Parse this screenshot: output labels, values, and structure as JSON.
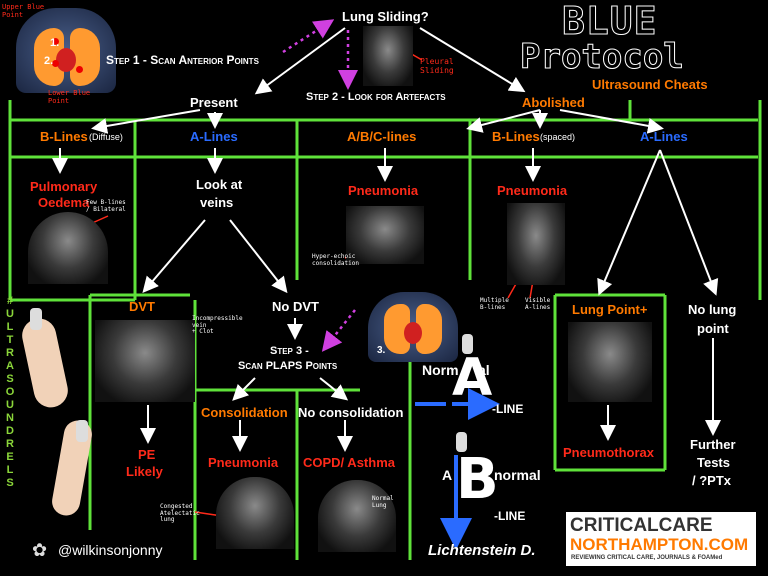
{
  "title": {
    "line1": "BLUE",
    "line2": "Protocol",
    "sub": "Ultrasound Cheats"
  },
  "lung_sliding": "Lung Sliding?",
  "pleural_sliding": "Pleural\nSliding",
  "step1": "Step 1 - Scan Anterior Points",
  "step2": "Step 2 - Look for Artefacts",
  "step3a": "Step 3 -",
  "step3b": "Scan PLAPS Points",
  "upper_blue": "Upper Blue\nPoint",
  "lower_blue": "Lower Blue\nPoint",
  "pt1": "1.",
  "pt2": "2.",
  "pt3": "3.",
  "present": "Present",
  "abolished": "Abolished",
  "b_lines_diffuse": "B-Lines",
  "diffuse": "(Diffuse)",
  "a_lines_left": "A-Lines",
  "abc_lines": "A/B/C-lines",
  "b_lines_spaced": "B-Lines",
  "spaced": "(spaced)",
  "a_lines_right": "A-Lines",
  "pulm_oedema1": "Pulmonary",
  "pulm_oedema2": "Oedema",
  "b_lines_bilateral": "Few B-lines\n/ Bilateral",
  "look_veins1": "Look at",
  "look_veins2": "veins",
  "pneumonia1": "Pneumonia",
  "pneumonia2": "Pneumonia",
  "hyperechoic": "Hyper-echoic\nconsolidation",
  "multiple_b": "Multiple\nB-lines",
  "visible_a": "Visible\nA-lines",
  "dvt": "DVT",
  "no_dvt": "No DVT",
  "incompressible": "Incompressible\nvein\n+ Clot",
  "pe1": "PE",
  "pe2": "Likely",
  "consolidation": "Consolidation",
  "no_consolidation": "No consolidation",
  "pneumonia3": "Pneumonia",
  "copd": "COPD/ Asthma",
  "congested": "Congested\nAtelectatic\nlung",
  "normal_lung": "Normal\nLung",
  "lung_point": "Lung Point+",
  "no_lung1": "No lung",
  "no_lung2": "point",
  "pneumothorax": "Pneumothorax",
  "further1": "Further",
  "further2": "Tests",
  "further3": "/ ?PTx",
  "normal_a_pre": "Norm",
  "normal_a_post": "al",
  "a_big": "A",
  "a_line": "-LINE",
  "abnormal_pre": "A",
  "abnormal_post": "normal",
  "b_big": "B",
  "b_line": "-LINE",
  "hashtag": "#ULTRASOUNDRELS",
  "twitter": "@wilkinsonjonny",
  "lichtenstein": "Lichtenstein D.",
  "cc_logo1": "CRITICALCARE",
  "cc_logo2": "NORTHAMPTON.COM",
  "cc_tag": "REVIEWING CRITICAL CARE, JOURNALS & FOAMed",
  "colors": {
    "green": "#5fe23a",
    "red": "#ff2a1a",
    "orange": "#ff7a00",
    "blue": "#2a6bff",
    "magenta": "#d040e0"
  }
}
